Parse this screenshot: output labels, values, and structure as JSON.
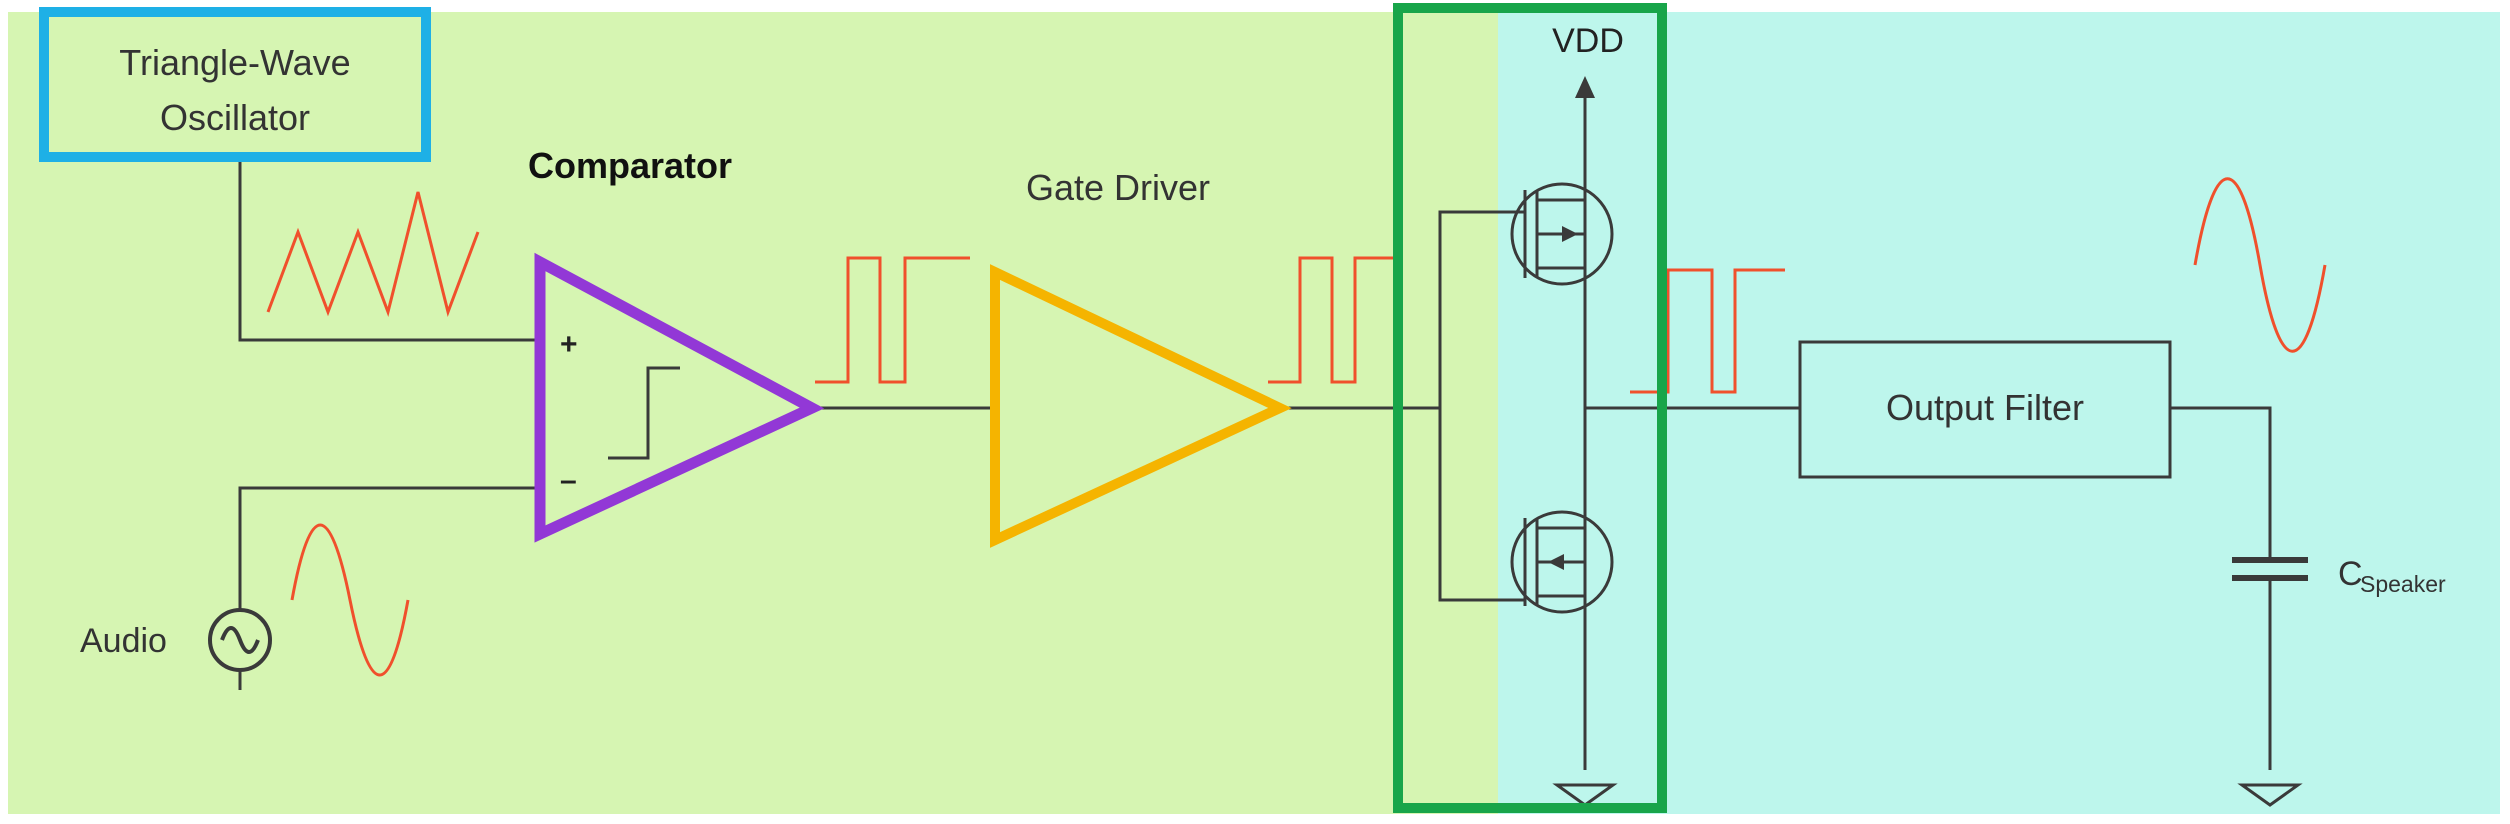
{
  "blocks": {
    "oscillator_line1": "Triangle-Wave",
    "oscillator_line2": "Oscillator",
    "comparator": "Comparator",
    "gate_driver": "Gate Driver",
    "output_filter": "Output Filter"
  },
  "labels": {
    "vdd": "VDD",
    "audio": "Audio",
    "cap_main": "C",
    "cap_sub": "Speaker",
    "plus": "+",
    "minus": "–"
  },
  "colors": {
    "green_region": "#d6f5b2",
    "cyan_region": "#bdf6ec",
    "oscillator_box": "#1eb0e6",
    "comparator_outline": "#9238d6",
    "gate_driver_outline": "#f5b400",
    "switch_box": "#18a54a",
    "waveform": "#f0502c",
    "wire": "#3a3a3a"
  }
}
